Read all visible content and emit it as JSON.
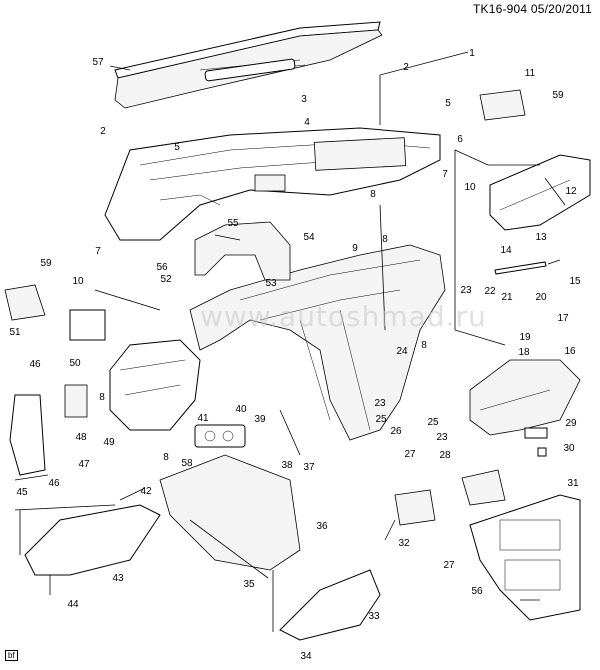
{
  "diagram": {
    "header": "TK16-904  05/20/2011",
    "corner_tag": "bf",
    "watermark": "www.autoshmad.ru",
    "callouts": [
      "1",
      "2",
      "2",
      "3",
      "4",
      "5",
      "5",
      "6",
      "7",
      "7",
      "8",
      "8",
      "8",
      "8",
      "8",
      "9",
      "10",
      "10",
      "11",
      "12",
      "13",
      "14",
      "15",
      "16",
      "17",
      "18",
      "19",
      "20",
      "21",
      "22",
      "23",
      "23",
      "23",
      "24",
      "25",
      "25",
      "26",
      "27",
      "27",
      "28",
      "29",
      "30",
      "31",
      "32",
      "33",
      "34",
      "35",
      "36",
      "37",
      "38",
      "39",
      "40",
      "41",
      "42",
      "43",
      "44",
      "45",
      "46",
      "46",
      "47",
      "48",
      "49",
      "50",
      "51",
      "52",
      "53",
      "54",
      "55",
      "56",
      "56",
      "57",
      "58",
      "59",
      "59"
    ]
  }
}
